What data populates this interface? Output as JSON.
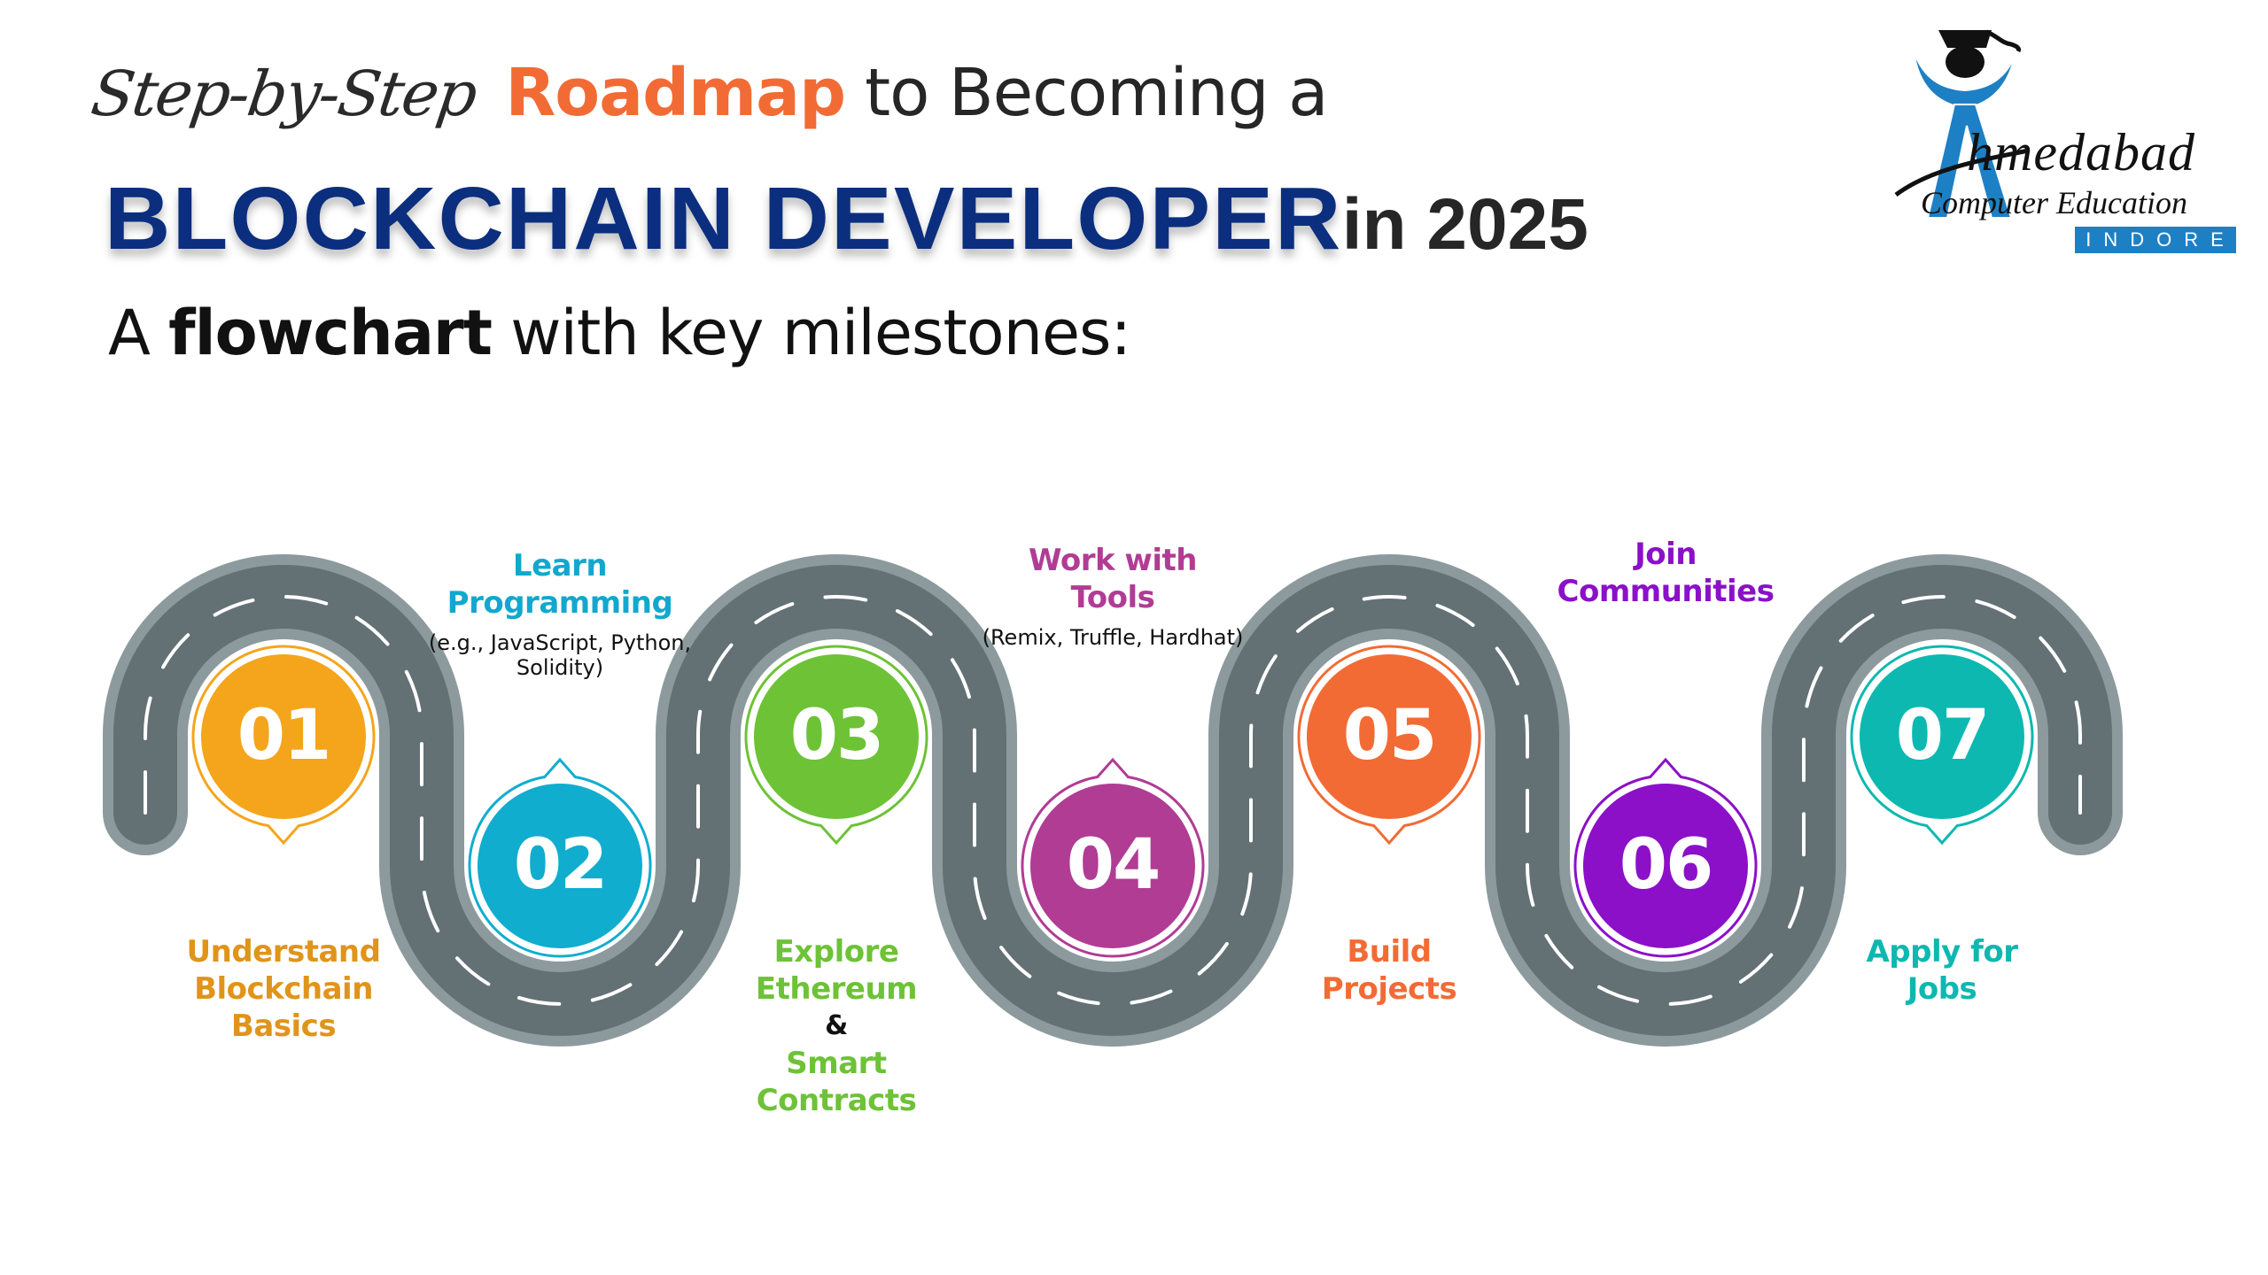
{
  "header": {
    "script_text": "Step-by-Step",
    "highlight_word": "Roadmap",
    "line1_rest": "to Becoming a",
    "line2_main": "BLOCKCHAIN DEVELOPER",
    "line2_rest": "in 2025",
    "line3_prefix": "A",
    "line3_bold": "flowchart",
    "line3_rest": "with key milestones:"
  },
  "logo": {
    "icon": "graduate-figure-icon",
    "name_line1": "hmedabad",
    "name_line2": "Computer Education",
    "city": "INDORE",
    "colors": {
      "blue": "#1E80C4",
      "black": "#111111"
    }
  },
  "colors": {
    "title_blue": "#0B2F7E",
    "accent_orange": "#F26B35",
    "road_asphalt": "#637174",
    "road_edge": "#8D9A9D",
    "road_dash": "#FFFFFF"
  },
  "milestones": [
    {
      "number": "01",
      "color": "#F4A51C",
      "label_color": "#E0941A",
      "title_lines": [
        "Understand",
        "Blockchain",
        "Basics"
      ],
      "sub": "",
      "position": "top"
    },
    {
      "number": "02",
      "color": "#10ADCF",
      "label_color": "#12A8CE",
      "title_lines": [
        "Learn",
        "Programming"
      ],
      "sub": "(e.g., JavaScript, Python, Solidity)",
      "position": "bottom"
    },
    {
      "number": "03",
      "color": "#6DC236",
      "label_color": "#6DC236",
      "title_lines": [
        "Explore",
        "Ethereum",
        "&",
        "Smart",
        "Contracts"
      ],
      "sub": "",
      "position": "top"
    },
    {
      "number": "04",
      "color": "#B03C94",
      "label_color": "#B03C94",
      "title_lines": [
        "Work with",
        "Tools"
      ],
      "sub": "(Remix, Truffle, Hardhat)",
      "position": "bottom"
    },
    {
      "number": "05",
      "color": "#F26B35",
      "label_color": "#F26B35",
      "title_lines": [
        "Build",
        "Projects"
      ],
      "sub": "",
      "position": "top"
    },
    {
      "number": "06",
      "color": "#8B10C8",
      "label_color": "#8B10C8",
      "title_lines": [
        "Join",
        "Communities"
      ],
      "sub": "",
      "position": "bottom"
    },
    {
      "number": "07",
      "color": "#0DB8B0",
      "label_color": "#0DB8B0",
      "title_lines": [
        "Apply for",
        "Jobs"
      ],
      "sub": "",
      "position": "top"
    }
  ]
}
